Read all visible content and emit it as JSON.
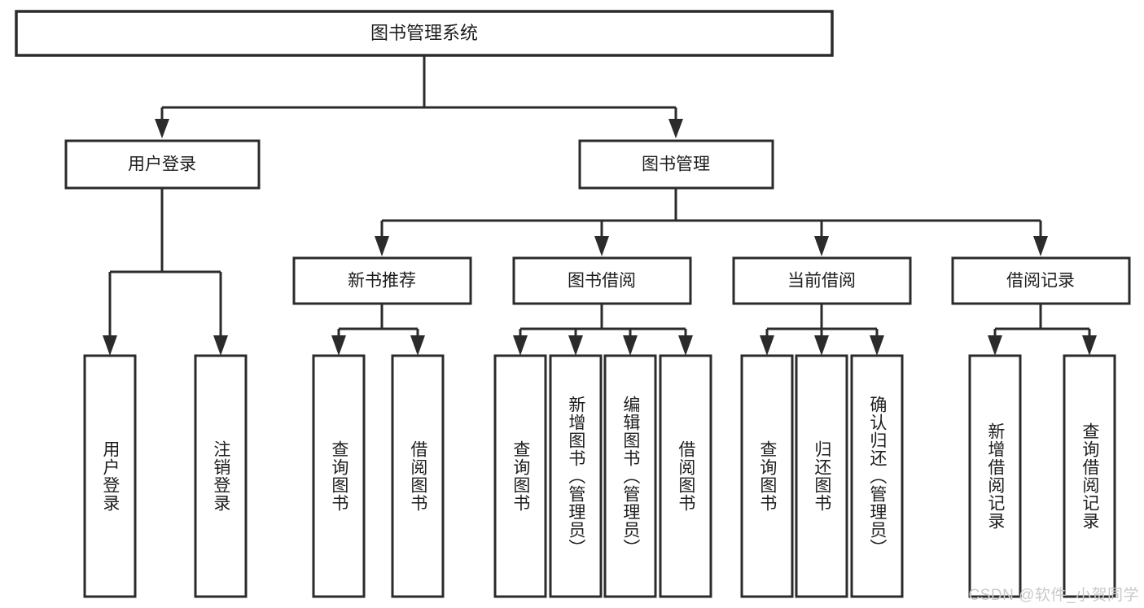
{
  "diagram": {
    "type": "tree-hierarchy",
    "title": "图书管理系统",
    "watermark": "CSDN @软件_小贺同学",
    "colors": {
      "stroke": "#2b2b2b",
      "fill": "#ffffff",
      "text": "#1d1d1d",
      "watermark": "#c9c9c9"
    },
    "root": {
      "label": "图书管理系统",
      "name": "root-node-library-management-system"
    },
    "level2": [
      {
        "label": "用户登录",
        "name": "node-user-login"
      },
      {
        "label": "图书管理",
        "name": "node-book-management"
      }
    ],
    "level3": [
      {
        "label": "新书推荐",
        "name": "node-new-book-recommendation"
      },
      {
        "label": "图书借阅",
        "name": "node-book-borrowing"
      },
      {
        "label": "当前借阅",
        "name": "node-current-borrowing"
      },
      {
        "label": "借阅记录",
        "name": "node-borrowing-records"
      }
    ],
    "leaves": {
      "user_login": [
        {
          "label": "用户登录",
          "name": "leaf-user-login"
        },
        {
          "label": "注销登录",
          "name": "leaf-logout"
        }
      ],
      "new_book_recommendation": [
        {
          "label": "查询图书",
          "name": "leaf-query-books-recommend"
        },
        {
          "label": "借阅图书",
          "name": "leaf-borrow-books-recommend"
        }
      ],
      "book_borrowing": [
        {
          "label": "查询图书",
          "name": "leaf-query-books-borrow"
        },
        {
          "label": "新增图书（管理员）",
          "name": "leaf-add-book-admin"
        },
        {
          "label": "编辑图书（管理员）",
          "name": "leaf-edit-book-admin"
        },
        {
          "label": "借阅图书",
          "name": "leaf-borrow-books"
        }
      ],
      "current_borrowing": [
        {
          "label": "查询图书",
          "name": "leaf-query-books-current"
        },
        {
          "label": "归还图书",
          "name": "leaf-return-books"
        },
        {
          "label": "确认归还（管理员）",
          "name": "leaf-confirm-return-admin"
        }
      ],
      "borrowing_records": [
        {
          "label": "新增借阅记录",
          "name": "leaf-add-borrow-record"
        },
        {
          "label": "查询借阅记录",
          "name": "leaf-query-borrow-record"
        }
      ]
    }
  }
}
